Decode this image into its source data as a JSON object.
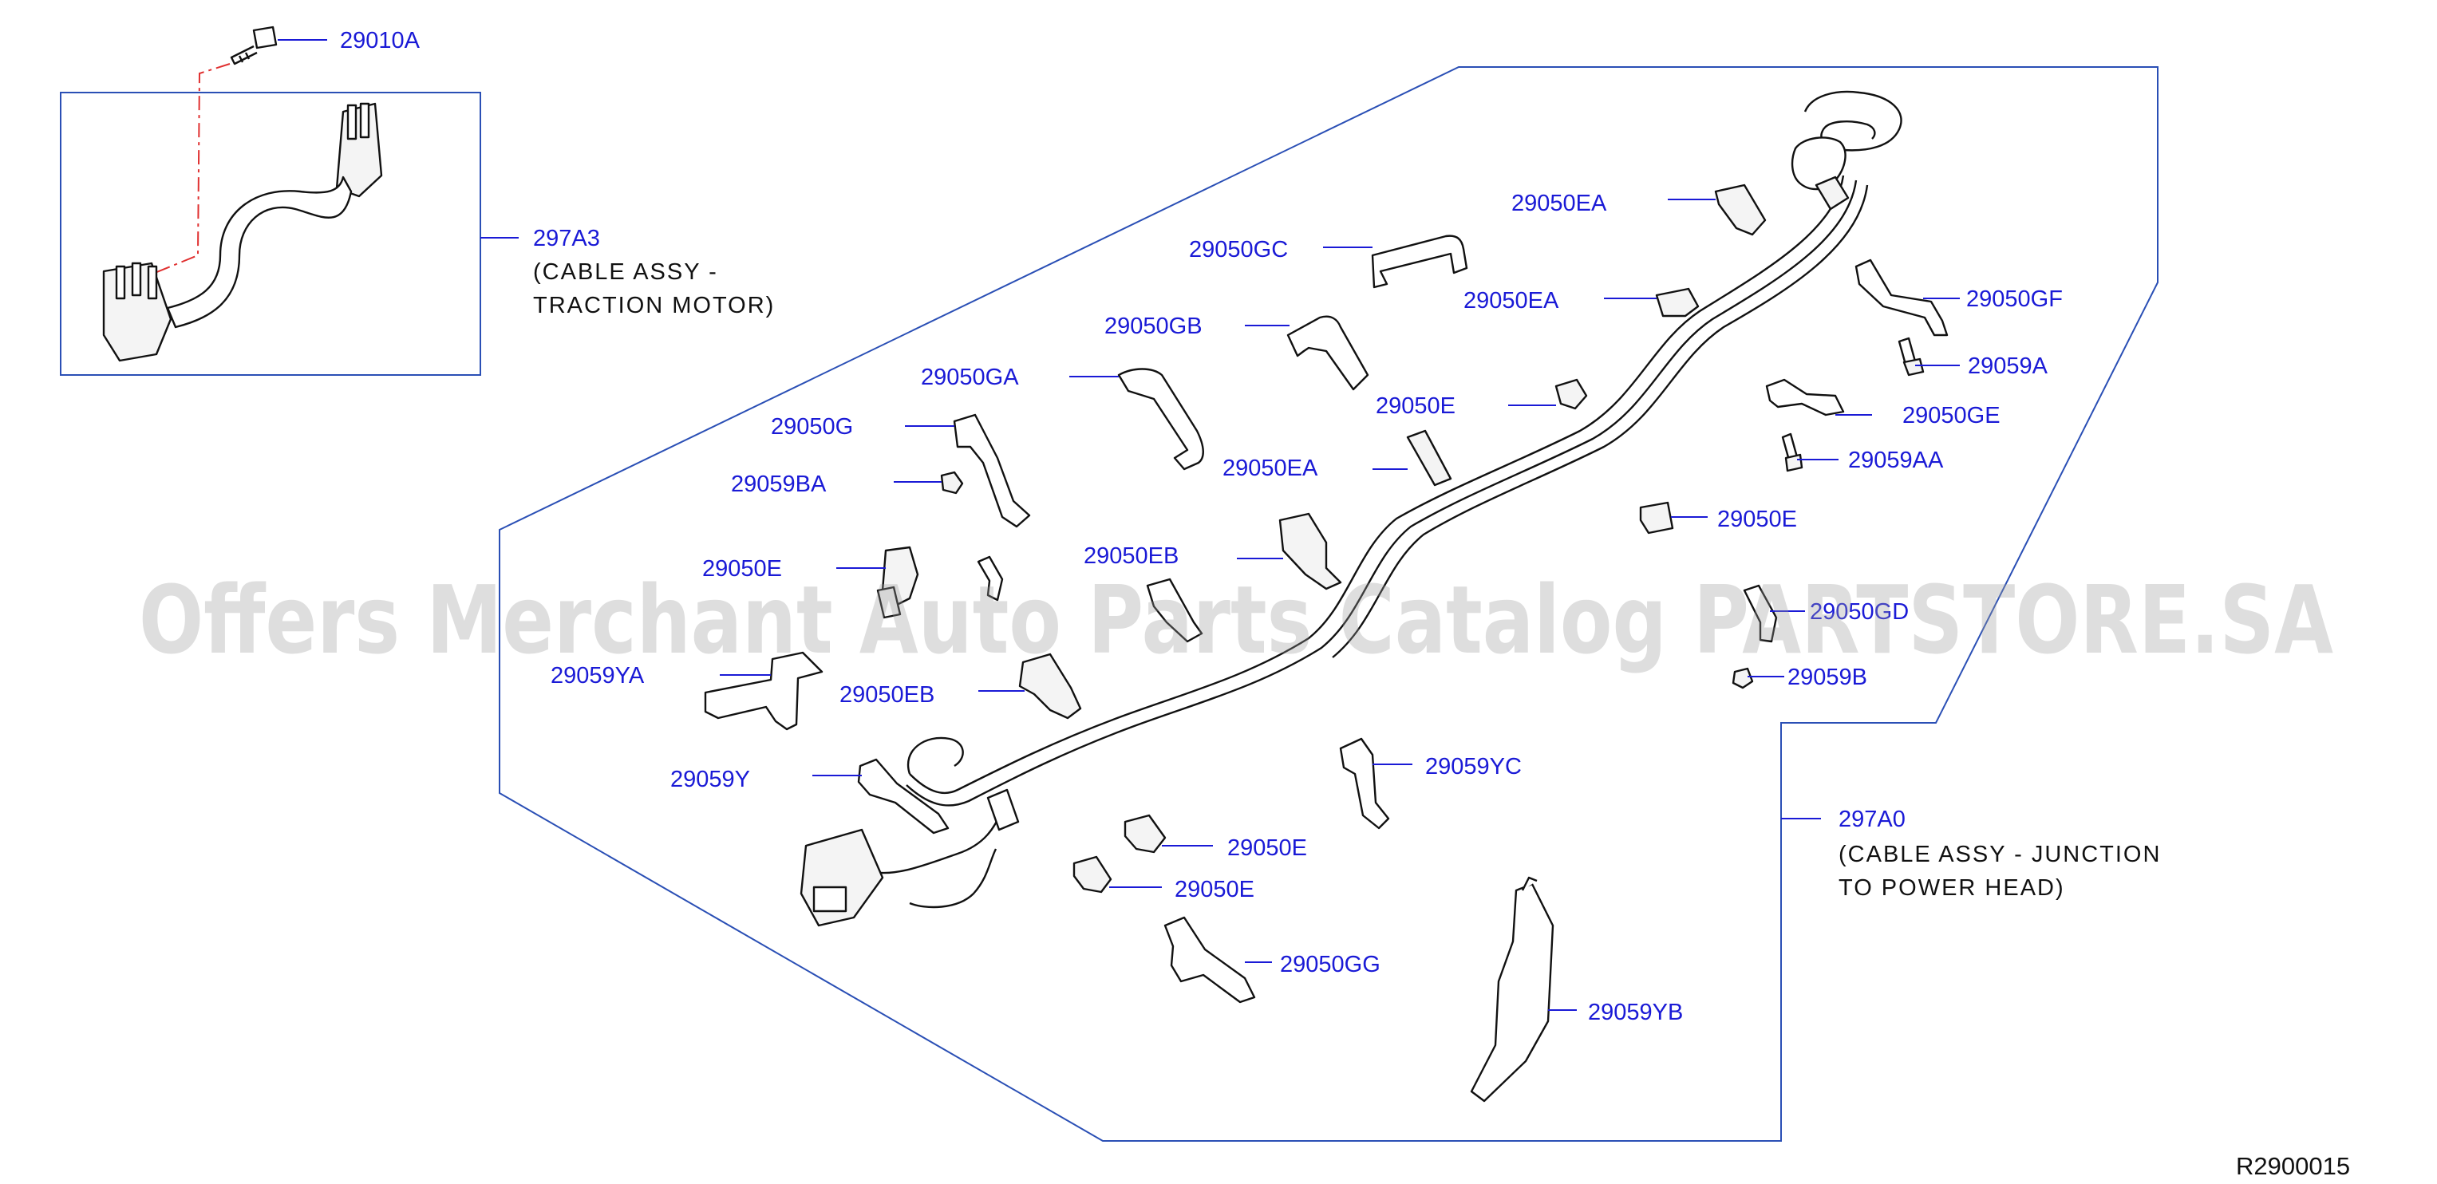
{
  "diagram_code": "R2900015",
  "watermark": "Offers Merchant Auto Parts Catalog PARTSTORE.SA",
  "colors": {
    "label": "#1a1ad6",
    "frame": "#2a4fb5",
    "lines": "#111111",
    "dashdot": "#e03030"
  },
  "assemblies": {
    "traction_motor_cable": {
      "part": "297A3",
      "line1": "(CABLE ASSY -",
      "line2": "TRACTION MOTOR)"
    },
    "junction_cable": {
      "part": "297A0",
      "line1": "(CABLE ASSY - JUNCTION",
      "line2": "TO POWER HEAD)"
    },
    "bolt": {
      "part": "29010A"
    }
  },
  "callouts": [
    "29050EA",
    "29050GC",
    "29050EA",
    "29050GF",
    "29050GB",
    "29059A",
    "29050GA",
    "29050E",
    "29050GE",
    "29050G",
    "29050EA",
    "29059AA",
    "29059BA",
    "29050E",
    "29050E",
    "29050EB",
    "29050GD",
    "29059B",
    "29059YA",
    "29050EB",
    "29059YC",
    "29059Y",
    "297A0",
    "29050E",
    "29050E",
    "29050GG",
    "29059YB"
  ]
}
